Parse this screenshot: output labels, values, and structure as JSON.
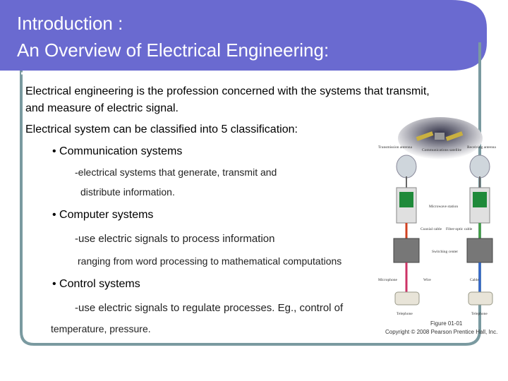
{
  "slide": {
    "title_line1": "Introduction :",
    "title_line2": "An Overview of Electrical Engineering:",
    "para1": "Electrical engineering is the profession concerned with the systems that transmit, and measure of electric signal.",
    "para2": "Electrical system can be classified into 5 classification:",
    "items": [
      {
        "bullet": "• Communication systems",
        "desc1": "-electrical systems that generate, transmit and",
        "desc2": "distribute information."
      },
      {
        "bullet": "• Computer systems",
        "desc1": "-use electric signals to process information",
        "desc2": "ranging from word processing to mathematical computations"
      },
      {
        "bullet": "• Control systems",
        "desc1": "-use electric signals to regulate processes. Eg., control of",
        "desc2": "temperature, pressure."
      }
    ]
  },
  "figure": {
    "labels": {
      "transmission_antenna": "Transmission antenna",
      "communications_satellite": "Communications satellite",
      "receiving_antenna": "Receiving antenna",
      "microwave_station": "Microwave station",
      "coaxial_cable": "Coaxial cable",
      "fiber_optic_cable": "Fiber-optic cable",
      "switching_center": "Switching center",
      "microphone": "Microphone",
      "wire": "Wire",
      "cable": "Cable",
      "telephone_left": "Telephone",
      "telephone_right": "Telephone"
    },
    "figure_number": "Figure 01-01",
    "copyright": "Copyright © 2008 Pearson Prentice Hall, Inc."
  },
  "colors": {
    "banner": "#6a6ad0",
    "frame": "#7a9aa0"
  }
}
